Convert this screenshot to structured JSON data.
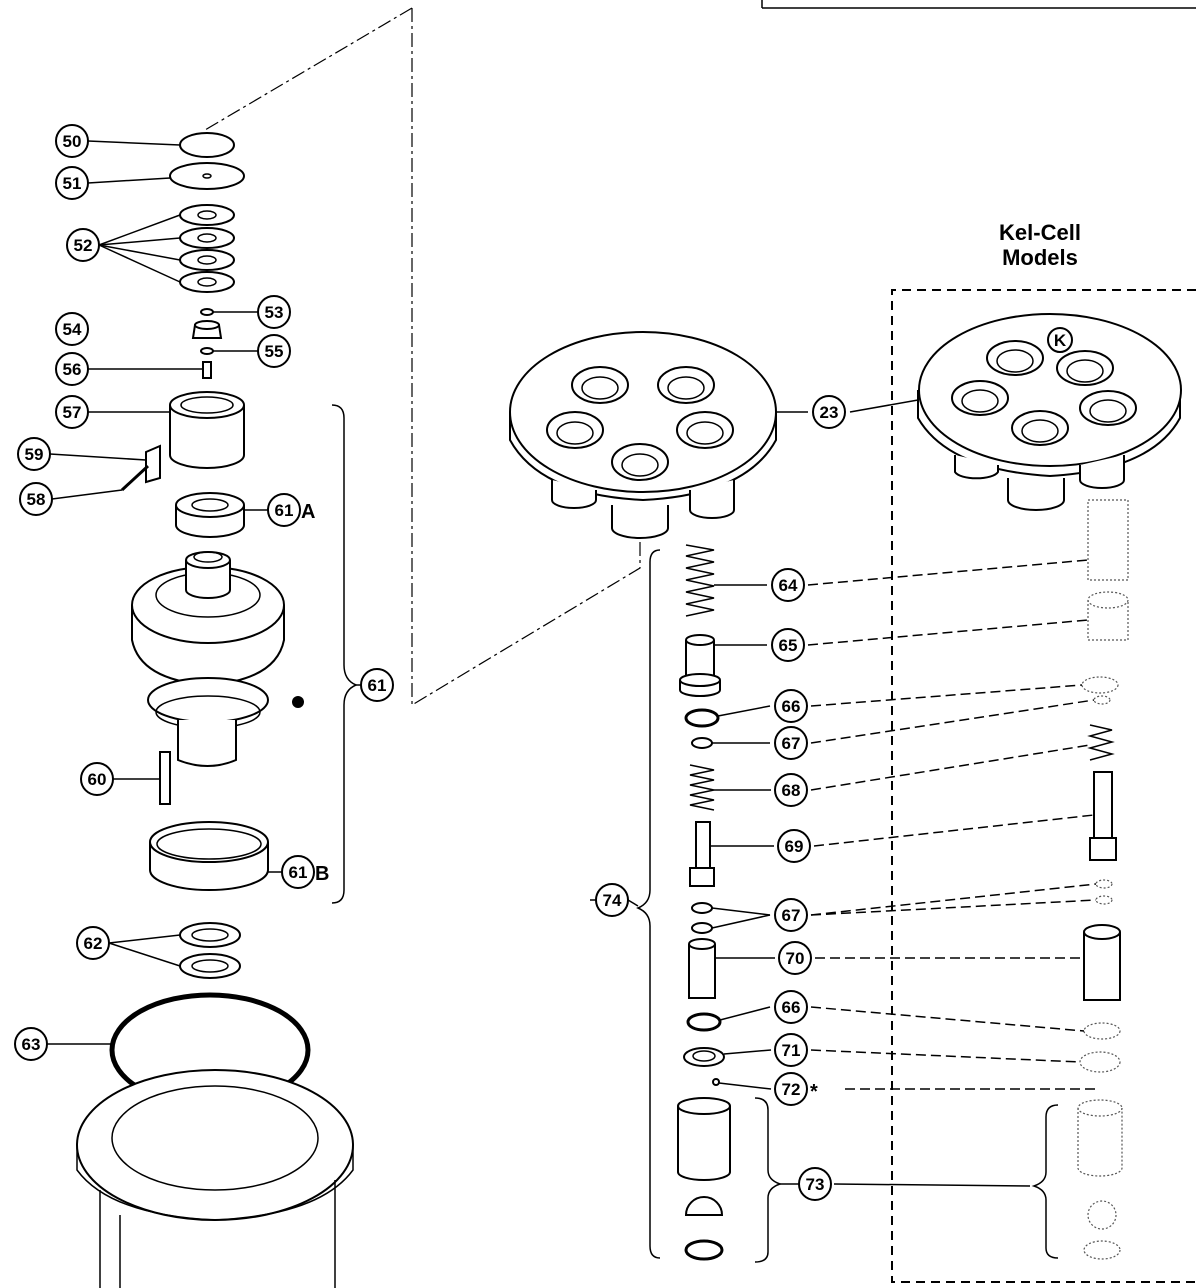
{
  "kel_cell": {
    "line1": "Kel-Cell",
    "line2": "Models"
  },
  "callouts": {
    "c50": "50",
    "c51": "51",
    "c52": "52",
    "c53": "53",
    "c54": "54",
    "c55": "55",
    "c56": "56",
    "c57": "57",
    "c58": "58",
    "c59": "59",
    "c60": "60",
    "c61a": "61",
    "c61": "61",
    "c61b": "61",
    "c62": "62",
    "c63": "63",
    "c23": "23",
    "c64": "64",
    "c65": "65",
    "c66a": "66",
    "c67a": "67",
    "c68": "68",
    "c69": "69",
    "c67b": "67",
    "c70": "70",
    "c66b": "66",
    "c71": "71",
    "c72": "72",
    "c73": "73",
    "c74": "74"
  },
  "suffixes": {
    "a": "A",
    "b": "B",
    "star": "*"
  },
  "logo": {
    "letter": "K"
  }
}
